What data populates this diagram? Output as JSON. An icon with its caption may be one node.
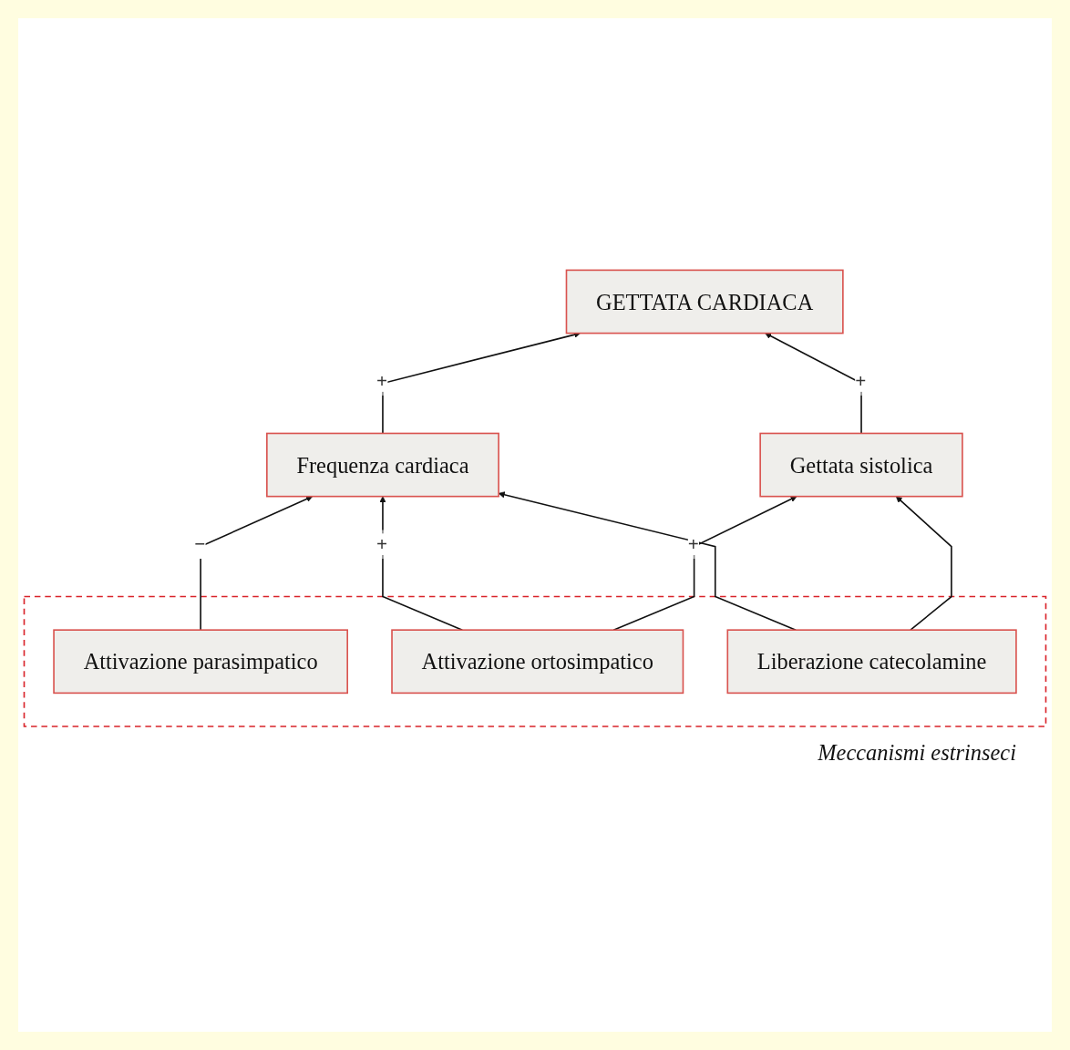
{
  "diagram": {
    "nodes": [
      {
        "text": [
          "GETTATA CARDIACA"
        ]
      },
      {
        "text": [
          "Gettata sistolica"
        ]
      },
      {
        "text": [
          "Frequenza cardiaca"
        ]
      },
      {
        "text": [
          "Meccanismi estrinseci"
        ]
      },
      {
        "text": [
          "Attivazione parasimpatico"
        ],
        "in": 3
      },
      {
        "text": [
          "Attivazione ortosimpatico"
        ],
        "in": 3
      },
      {
        "text": [
          "Liberazione catecolamine"
        ],
        "in": 3
      }
    ],
    "edges": [
      {
        "from": 1,
        "to": 0,
        "arrow": "to",
        "label": "+"
      },
      {
        "from": 2,
        "to": 0,
        "arrow": "to",
        "label": "+"
      },
      {
        "from": 4,
        "to": 2,
        "arrow": "to",
        "label": "−"
      },
      {
        "from": 5,
        "to": 1,
        "arrow": "to",
        "label": "+"
      },
      {
        "from": 5,
        "to": 2,
        "arrow": "to",
        "label": "+"
      },
      {
        "from": 6,
        "to": 1,
        "arrow": "to"
      },
      {
        "from": 6,
        "to": 2,
        "arrow": "to"
      }
    ]
  }
}
